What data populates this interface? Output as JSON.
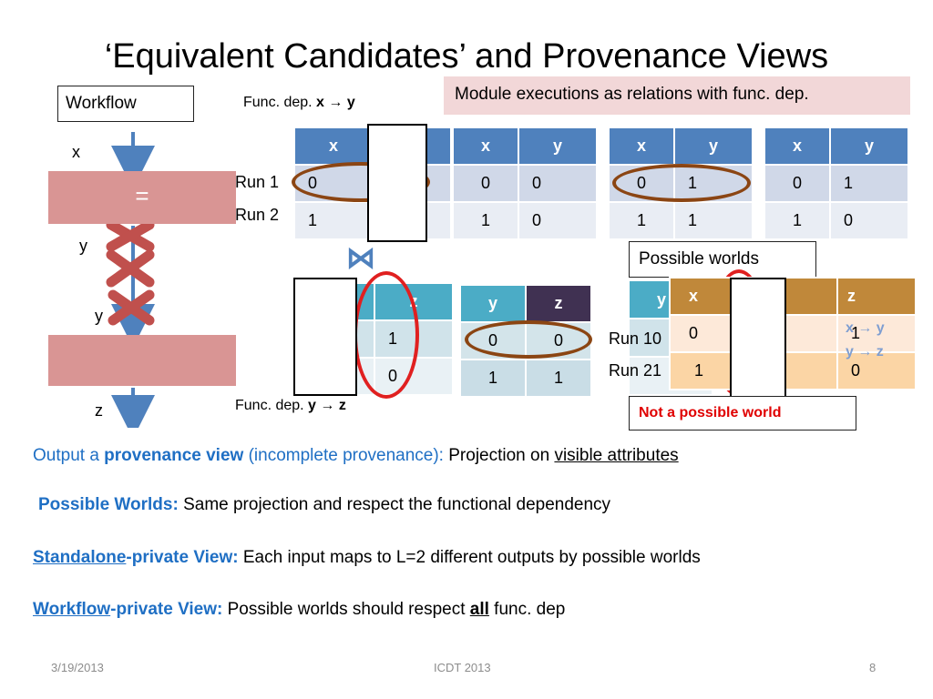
{
  "title": "‘Equivalent Candidates’ and Provenance Views",
  "workflow": {
    "label": "Workflow",
    "x": "x",
    "eq": "=",
    "y1": "y",
    "y2": "y",
    "z": "z"
  },
  "banner": "Module executions as relations with func. dep.",
  "fd1": {
    "prefix": "Func. dep. ",
    "expr": "x → y"
  },
  "fd2": {
    "prefix": "Func. dep. ",
    "expr": "y → z"
  },
  "run_labels": {
    "run1": "Run 1",
    "run2": "Run 2"
  },
  "join_symbol": "⋈",
  "table_main": {
    "h1": "x",
    "r1": "0",
    "r2": "1"
  },
  "table_a": {
    "h1": "x",
    "h2": "y",
    "r1c1": "0",
    "r1c2": "0",
    "r2c1": "1",
    "r2c2": "0"
  },
  "table_b": {
    "h1": "x",
    "h2": "y",
    "r1c1": "0",
    "r1c2": "1",
    "r2c1": "1",
    "r2c2": "1"
  },
  "table_c": {
    "h1": "x",
    "h2": "y",
    "r1c1": "0",
    "r1c2": "1",
    "r2c1": "1",
    "r2c2": "0"
  },
  "table_z": {
    "h2": "z",
    "r1": "1",
    "r2": "0"
  },
  "table_yz": {
    "h1": "y",
    "h2": "z",
    "r1c1": "0",
    "r1c2": "0",
    "r2c1": "1",
    "r2c2": "1"
  },
  "possible_worlds": {
    "label": "Possible worlds",
    "back_header": "y",
    "run1": "Run 10",
    "run2": "Run 21",
    "front": {
      "h1": "x",
      "h3": "z",
      "r1c1": "0",
      "r1c3": "1",
      "r2c1": "1",
      "r2c3": "0"
    },
    "fd_a": "x → y",
    "fd_b": "y → z",
    "not_world": "Not a possible world"
  },
  "lines": {
    "l1_a": "Output a  ",
    "l1_b": "provenance view",
    "l1_c": " (incomplete provenance): ",
    "l1_d": "Projection on ",
    "l1_e": "visible attributes",
    "l2_a": "Possible Worlds:",
    "l2_b": "  Same projection and respect the functional dependency",
    "l3_a": "Standalone",
    "l3_b": "-private View:",
    "l3_c": "   Each input maps to L=2 different outputs by  possible worlds",
    "l4_a": "Workflow",
    "l4_b": "-private View:",
    "l4_c": "   Possible worlds should respect ",
    "l4_d": "all",
    "l4_e": "  func. dep"
  },
  "footer": {
    "date": "3/19/2013",
    "conf": "ICDT 2013",
    "page": "8"
  },
  "colors": {
    "blue": "#4f81bd",
    "teal": "#4bacc6",
    "dark_purple": "#403152",
    "gold": "#c0883a",
    "workflow_box": "#d99594",
    "banner": "#f2d7d8",
    "ellipse_brown": "#8b4513",
    "ellipse_red": "#e02020",
    "text_blue": "#1f6fc4",
    "red_text": "#e00000"
  }
}
